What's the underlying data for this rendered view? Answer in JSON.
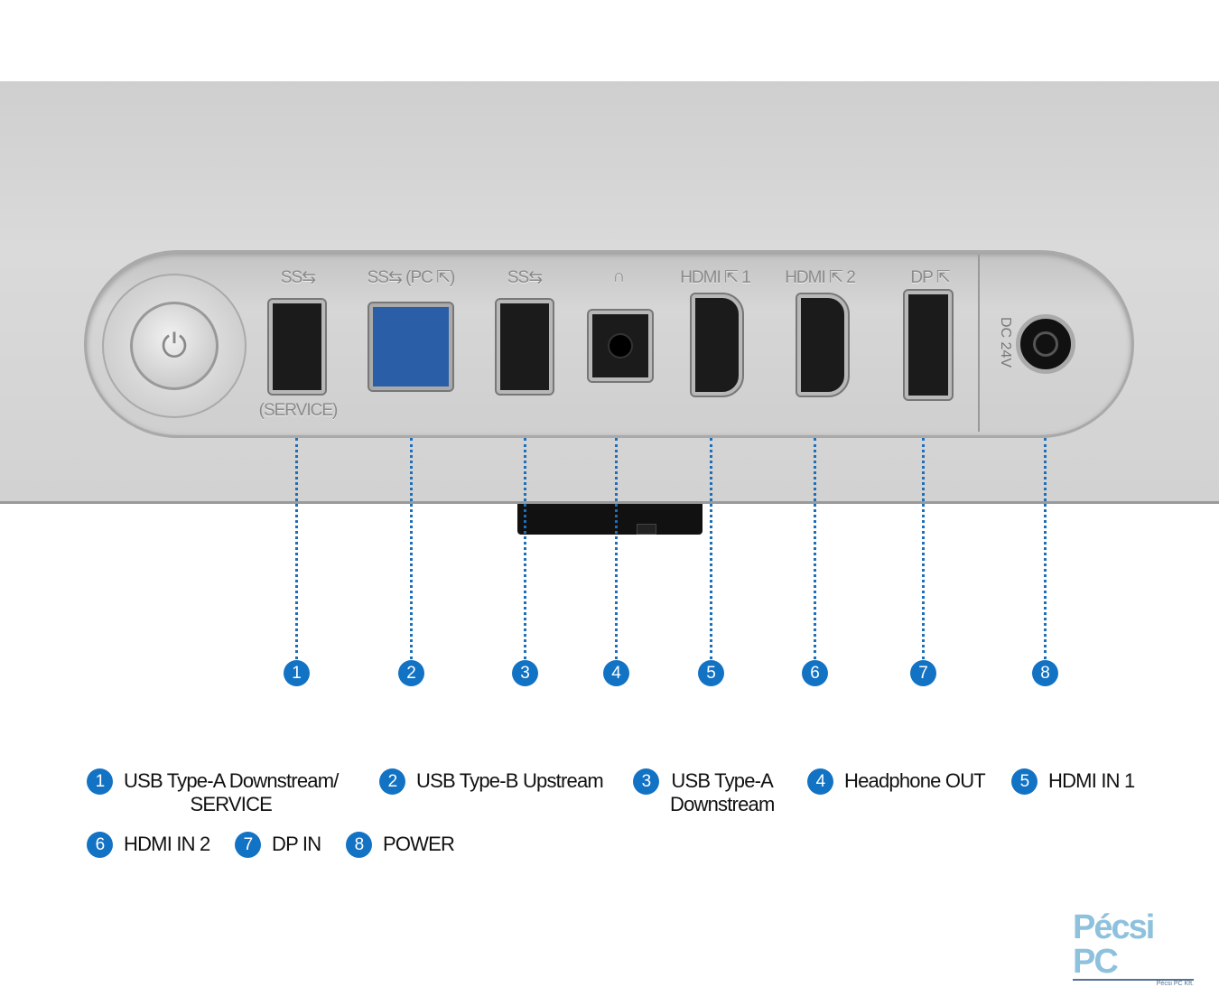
{
  "device": {
    "port_labels": [
      "SS⇆",
      "SS⇆ (PC ⇱)",
      "SS⇆",
      "∩",
      "HDMI ⇱ 1",
      "HDMI ⇱ 2",
      "DP ⇱"
    ],
    "service_label": "(SERVICE)",
    "dc_label": "DC 24V",
    "power_icon": "power-icon"
  },
  "callouts": [
    "1",
    "2",
    "3",
    "4",
    "5",
    "6",
    "7",
    "8"
  ],
  "legend": [
    {
      "num": "1",
      "label": "USB Type-A Downstream/\nSERVICE"
    },
    {
      "num": "2",
      "label": "USB Type-B Upstream"
    },
    {
      "num": "3",
      "label": "USB Type-A\nDownstream"
    },
    {
      "num": "4",
      "label": "Headphone OUT"
    },
    {
      "num": "5",
      "label": "HDMI IN 1"
    },
    {
      "num": "6",
      "label": "HDMI IN 2"
    },
    {
      "num": "7",
      "label": "DP IN"
    },
    {
      "num": "8",
      "label": "POWER"
    }
  ],
  "logo": {
    "name": "Pécsi PC",
    "subtitle": "Pécsi PC Kft."
  },
  "colors": {
    "accent": "#1272c4",
    "usb3": "#2a5fa8"
  }
}
